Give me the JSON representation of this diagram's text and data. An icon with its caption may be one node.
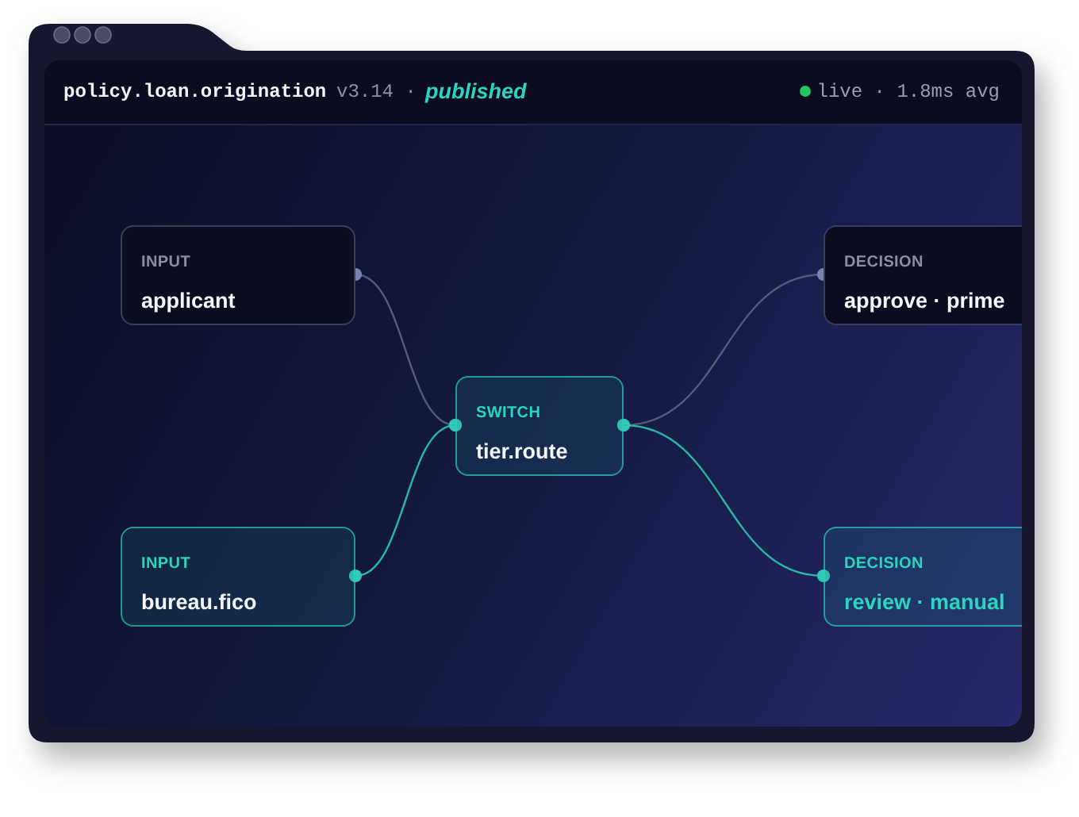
{
  "diagram": {
    "title": "policy.loan.origination",
    "nodes": [
      {
        "text": [
          "INPUT",
          "applicant"
        ]
      },
      {
        "text": [
          "DECISION",
          "approve · prime"
        ]
      },
      {
        "text": [
          "SWITCH",
          "tier.route"
        ]
      },
      {
        "text": [
          "INPUT",
          "bureau.fico"
        ]
      },
      {
        "text": [
          "DECISION",
          "review · manual"
        ]
      }
    ],
    "edges": [
      {
        "from": 0,
        "to": 2,
        "arrow": "other",
        "color": "#565a7c"
      },
      {
        "from": 3,
        "to": 2,
        "arrow": "other",
        "color": "#2bb5a5"
      },
      {
        "from": 2,
        "to": 1,
        "arrow": "other",
        "color": "#565a7c"
      },
      {
        "from": 2,
        "to": 4,
        "arrow": "other",
        "color": "#2bb5a5"
      }
    ],
    "labels": [
      "v3.14 ·",
      "published",
      "live · 1.8ms avg"
    ]
  }
}
